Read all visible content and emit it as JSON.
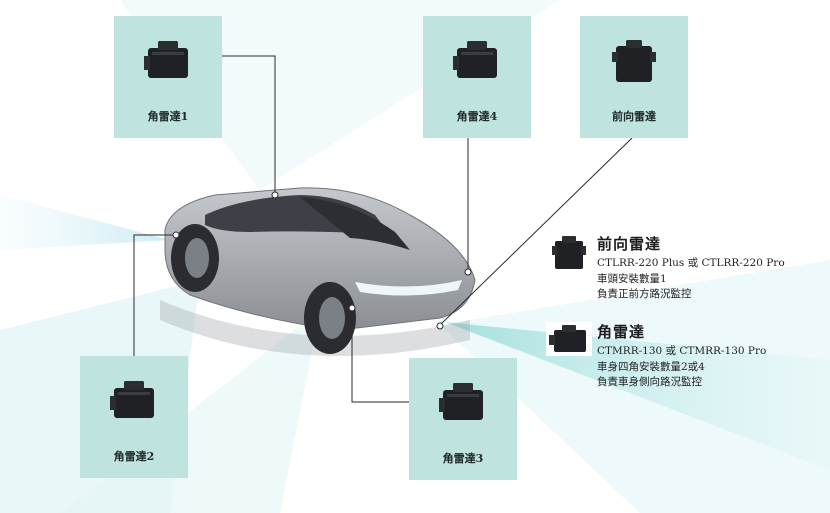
{
  "cards": {
    "corner1": "角雷達1",
    "corner4": "角雷達4",
    "front": "前向雷達",
    "corner2": "角雷達2",
    "corner3": "角雷達3"
  },
  "legend": {
    "front": {
      "title": "前向雷達",
      "model": "CTLRR-220 Plus 或 CTLRR-220 Pro",
      "qty": "車頭安裝數量1",
      "duty": "負責正前方路況監控"
    },
    "corner": {
      "title": "角雷達",
      "model": "CTMRR-130 或 CTMRR-130 Pro",
      "qty": "車身四角安裝數量2或4",
      "duty": "負責車身側向路況監控"
    }
  },
  "colors": {
    "card_bg": "#bfe3de",
    "beam": "#bfe8f0",
    "car_body": "#a9adb2",
    "connector": "#2a2a2a"
  }
}
